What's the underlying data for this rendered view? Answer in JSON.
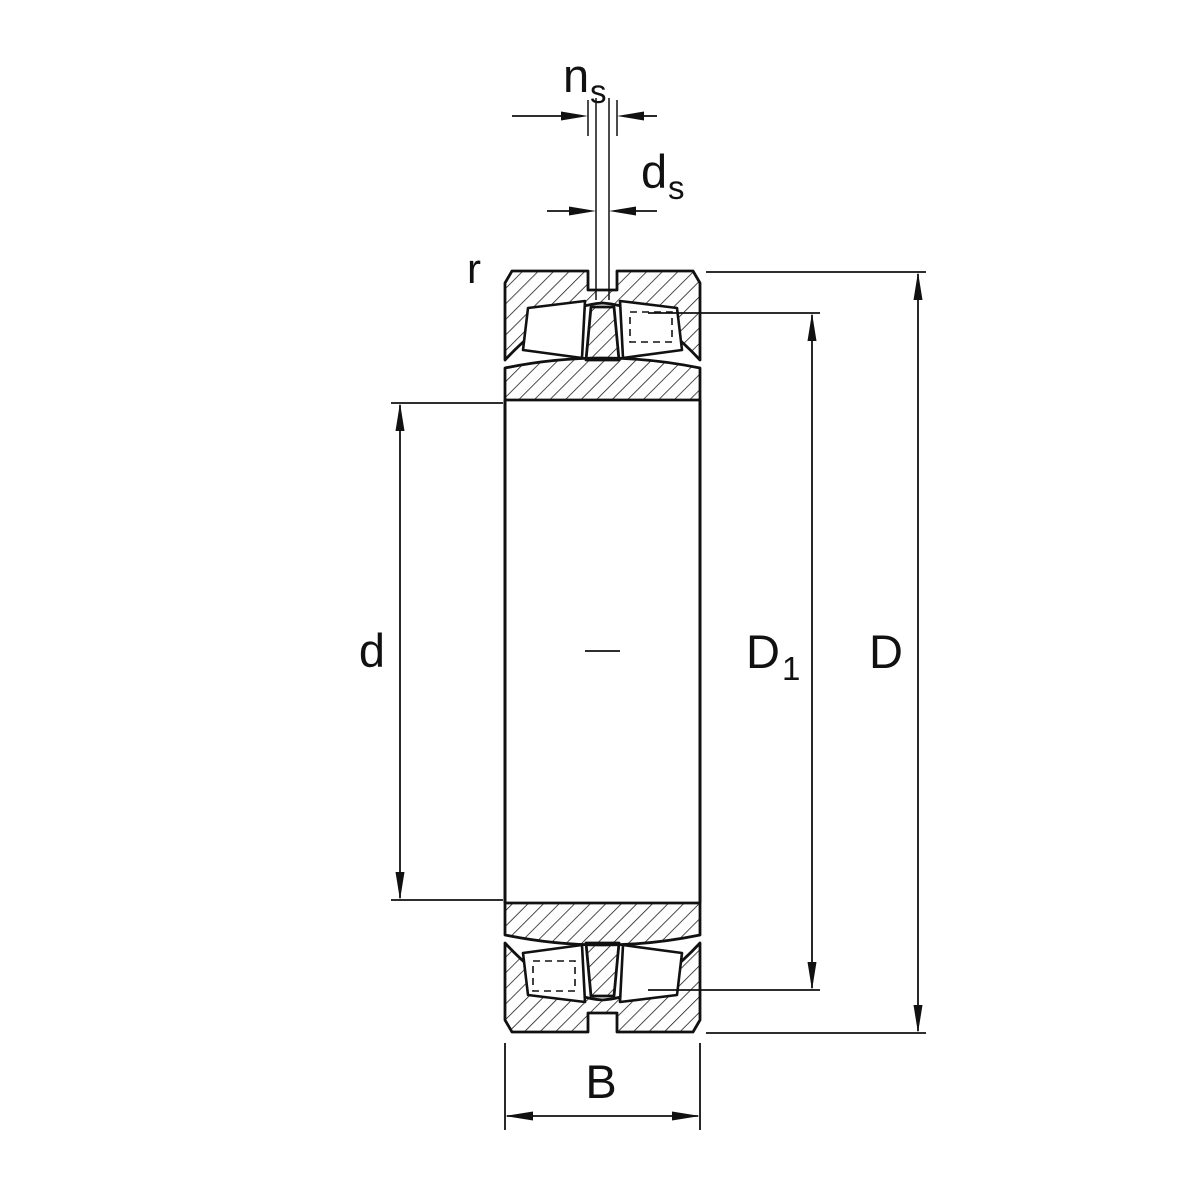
{
  "drawing": {
    "labels": {
      "ns_base": "n",
      "ns_sub": "s",
      "ds_base": "d",
      "ds_sub": "s",
      "r": "r",
      "bore_diameter": "d",
      "d1_base": "D",
      "d1_sub": "1",
      "outer_diameter": "D",
      "width": "B"
    },
    "colors": {
      "ink": "#111111",
      "background": "#ffffff"
    }
  }
}
